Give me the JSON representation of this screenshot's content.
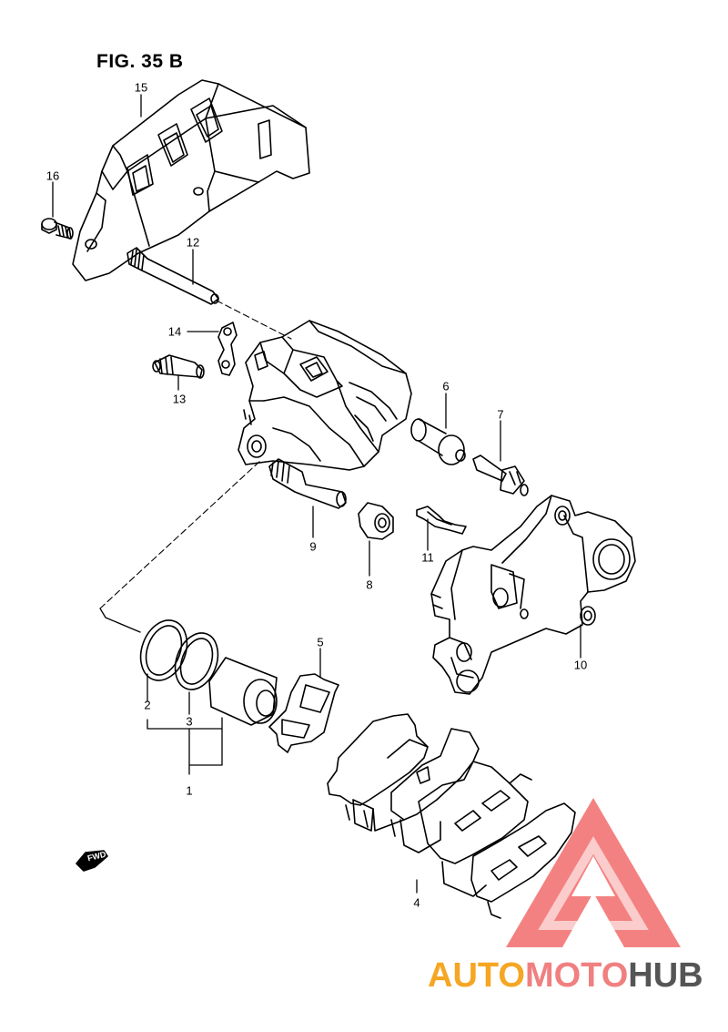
{
  "figure": {
    "title": "FIG. 35 B"
  },
  "part_numbers": [
    "1",
    "2",
    "3",
    "4",
    "5",
    "6",
    "7",
    "8",
    "9",
    "10",
    "11",
    "12",
    "13",
    "14",
    "15",
    "16"
  ],
  "direction_marker": {
    "label": "FWD",
    "icon": "forward-arrow-icon"
  },
  "watermark": {
    "part1": "AUTO",
    "part2": "MOTO",
    "part3": "HUB",
    "colors": {
      "part1": "#f5a623",
      "part2": "#f08080",
      "part3": "#555555",
      "triangle": "#f26b6b"
    }
  }
}
